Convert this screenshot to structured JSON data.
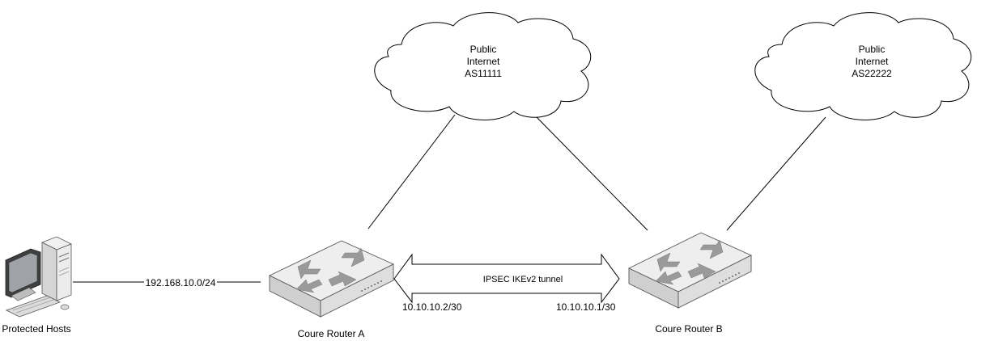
{
  "clouds": [
    {
      "id": "cloud-a",
      "lines": [
        "Public",
        "Internet",
        "AS11111"
      ]
    },
    {
      "id": "cloud-b",
      "lines": [
        "Public",
        "Internet",
        "AS22222"
      ]
    }
  ],
  "hosts": {
    "label": "Protected Hosts",
    "subnet": "192.168.10.0/24"
  },
  "router_a": {
    "label": "Coure Router A",
    "tunnel_ip": "10.10.10.2/30"
  },
  "router_b": {
    "label": "Coure Router B",
    "tunnel_ip": "10.10.10.1/30"
  },
  "tunnel": {
    "label": "IPSEC IKEv2 tunnel"
  },
  "colors": {
    "line": "#000000",
    "device_face": "#e6e6e6",
    "device_side": "#bdbdbd",
    "arrow_fill": "#9a9a9a"
  },
  "icons": {
    "hosts": "desktop-computer-icon",
    "router": "router-switch-icon",
    "cloud": "cloud-icon"
  }
}
